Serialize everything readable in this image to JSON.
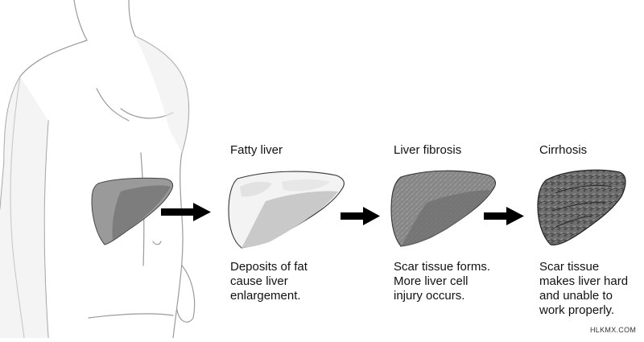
{
  "stages": [
    {
      "title": "Fatty liver",
      "description": [
        "Deposits of fat",
        "cause liver",
        "enlargement."
      ]
    },
    {
      "title": "Liver fibrosis",
      "description": [
        "Scar tissue forms.",
        "More liver cell",
        "injury occurs."
      ]
    },
    {
      "title": "Cirrhosis",
      "description": [
        "Scar tissue",
        "makes liver hard",
        "and unable to",
        "work properly."
      ]
    }
  ],
  "watermark": "HLKMX.COM",
  "colors": {
    "healthy_liver": "#9a9a9a",
    "healthy_liver_lobe": "#7a7a7a",
    "fatty_liver": "#f3f3f3",
    "fibrosis_liver": "#8e8e8e",
    "cirrhosis_liver": "#6f6f6f",
    "arrow": "#000000",
    "body_outline": "#9a9a9a"
  }
}
